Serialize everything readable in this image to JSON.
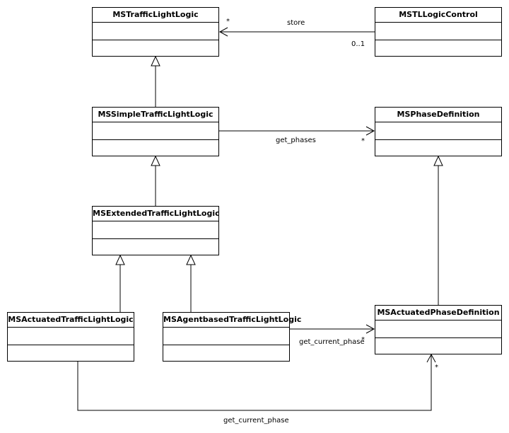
{
  "classes": {
    "ms_traffic_light_logic": "MSTrafficLightLogic",
    "mstl_logic_control": "MSTLLogicControl",
    "ms_simple_traffic_light_logic": "MSSimpleTrafficLightLogic",
    "ms_phase_definition": "MSPhaseDefinition",
    "ms_extended_traffic_light_logic": "MSExtendedTrafficLightLogic",
    "ms_actuated_traffic_light_logic": "MSActuatedTrafficLightLogic",
    "ms_agentbased_traffic_light_logic": "MSAgentbasedTrafficLightLogic",
    "ms_actuated_phase_definition": "MSActuatedPhaseDefinition"
  },
  "associations": {
    "store": {
      "label": "store",
      "target_mult": "*",
      "source_mult": "0..1"
    },
    "get_phases": {
      "label": "get_phases",
      "target_mult": "*"
    },
    "get_current_phase_agent": {
      "label": "get_current_phase",
      "target_mult": "*"
    },
    "get_current_phase_actuated": {
      "label": "get_current_phase",
      "target_mult": "*"
    }
  }
}
